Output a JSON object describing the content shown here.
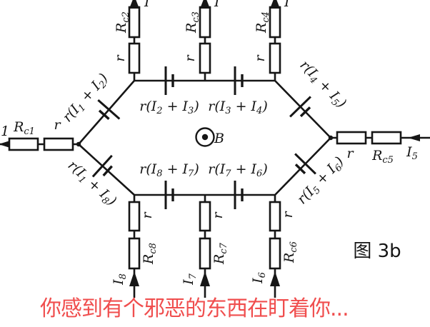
{
  "colors": {
    "ink": "#161616",
    "caption_red": "#f04e4e",
    "paper": "#ffffff"
  },
  "caption": "你感到有个邪恶的东西在盯着你...",
  "figure_label": "图 3b",
  "field_label": "B",
  "resistor_unit": "r",
  "partials": {
    "left_current_sub": "1",
    "top_current": "I"
  },
  "resistors": {
    "rc1": [
      "R",
      "c1"
    ],
    "rc2": [
      "R",
      "c2"
    ],
    "rc3": [
      "R",
      "c3"
    ],
    "rc4": [
      "R",
      "c4"
    ],
    "rc5": [
      "R",
      "c5"
    ],
    "rc6": [
      "R",
      "c6"
    ],
    "rc7": [
      "R",
      "c7"
    ],
    "rc8": [
      "R",
      "c8"
    ]
  },
  "currents": {
    "i5": [
      "I",
      "5"
    ],
    "i6": [
      "I",
      "6"
    ],
    "i7": [
      "I",
      "7"
    ],
    "i8": [
      "I",
      "8"
    ]
  },
  "emf_labels": {
    "e12": [
      "r(I",
      "1",
      " + I",
      "2",
      ")"
    ],
    "e23": [
      "r(I",
      "2",
      " + I",
      "3",
      ")"
    ],
    "e34": [
      "r(I",
      "3",
      " + I",
      "4",
      ")"
    ],
    "e45": [
      "r(I",
      "4",
      " + I",
      "5",
      ")"
    ],
    "e18": [
      "r(I",
      "1",
      " + I",
      "8",
      ")"
    ],
    "e87": [
      "r(I",
      "8",
      " + I",
      "7",
      ")"
    ],
    "e76": [
      "r(I",
      "7",
      " + I",
      "6",
      ")"
    ],
    "e56": [
      "r(I",
      "5",
      " + I",
      "6",
      ")"
    ]
  }
}
